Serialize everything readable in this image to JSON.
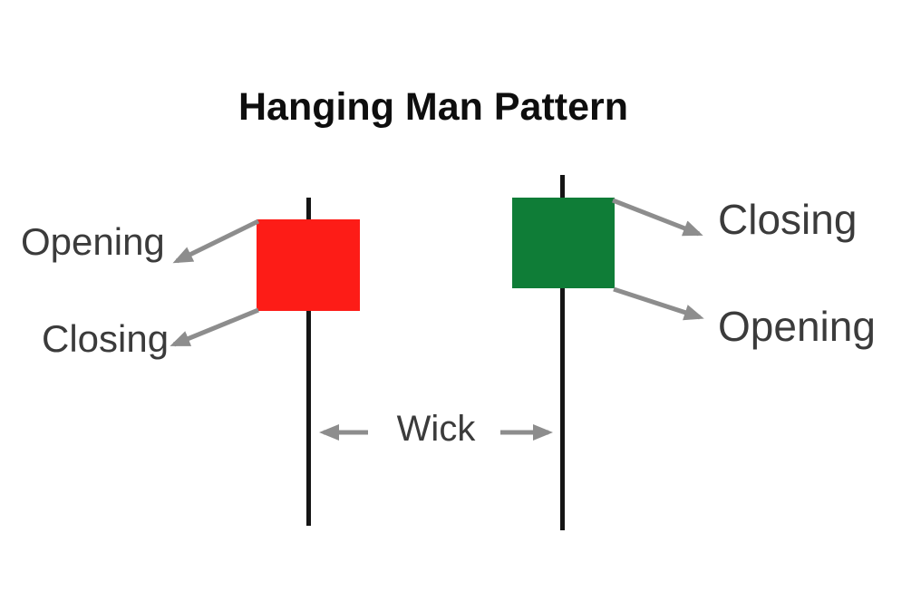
{
  "title": "Hanging Man Pattern",
  "left_candle": {
    "top_label": "Opening",
    "bottom_label": "Closing"
  },
  "right_candle": {
    "top_label": "Closing",
    "bottom_label": "Opening"
  },
  "wick_label": "Wick",
  "colors": {
    "red_body": "#fd1c17",
    "green_body": "#0f7d37",
    "arrow": "#8d8d8d",
    "label_text": "#3b3b3b",
    "title_text": "#0e0e0e",
    "wick_line": "#151515",
    "background": "#ffffff"
  }
}
